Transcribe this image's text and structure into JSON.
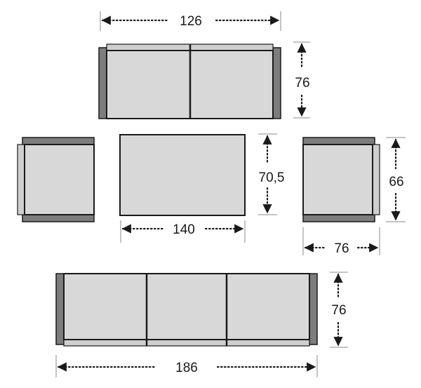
{
  "dimensions": {
    "sofa_2_seat": {
      "width": "126",
      "depth": "76"
    },
    "armchair_left": {},
    "coffee_table": {
      "width": "140",
      "depth": "70,5"
    },
    "armchair_right": {
      "width": "76",
      "depth": "66"
    },
    "sofa_3_seat": {
      "width": "186",
      "depth": "76"
    }
  }
}
